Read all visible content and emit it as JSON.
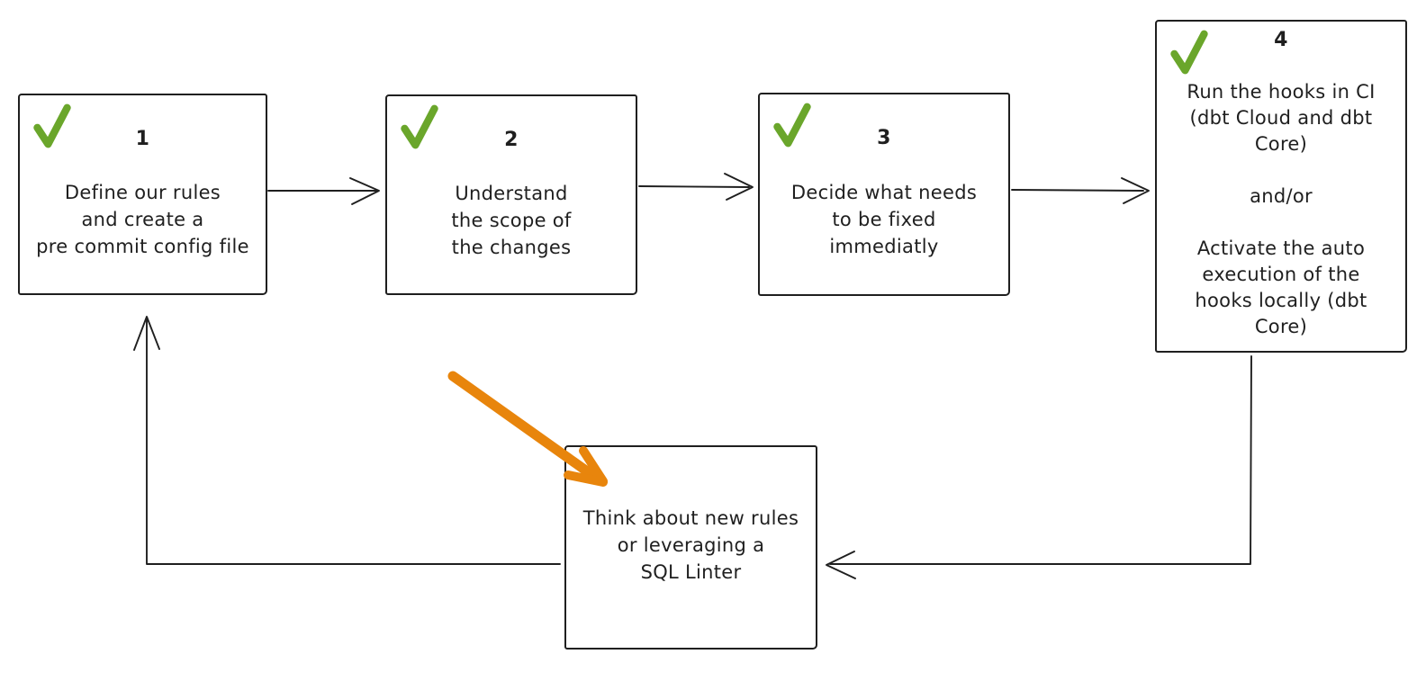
{
  "colors": {
    "stroke": "#1f1f1f",
    "check_green": "#6aa62b",
    "highlight_orange": "#e8850c",
    "background": "#ffffff"
  },
  "steps": [
    {
      "number": "1",
      "checked": true,
      "paragraphs": [
        [
          "Define our rules",
          "and create a",
          "pre commit config file"
        ]
      ]
    },
    {
      "number": "2",
      "checked": true,
      "paragraphs": [
        [
          "Understand",
          "the scope of",
          "the changes"
        ]
      ]
    },
    {
      "number": "3",
      "checked": true,
      "paragraphs": [
        [
          "Decide what needs",
          "to be fixed",
          "immediatly"
        ]
      ]
    },
    {
      "number": "4",
      "checked": true,
      "paragraphs": [
        [
          "Run the hooks in CI",
          "(dbt Cloud and dbt",
          "Core)"
        ],
        [
          "and/or"
        ],
        [
          "Activate the auto",
          "execution of the",
          "hooks locally (dbt",
          "Core)"
        ]
      ]
    }
  ],
  "feedback": {
    "paragraphs": [
      [
        "Think about new rules",
        "or leveraging a",
        "SQL Linter"
      ]
    ]
  },
  "icons": {
    "check": "checkmark",
    "highlight": "orange-arrow"
  }
}
